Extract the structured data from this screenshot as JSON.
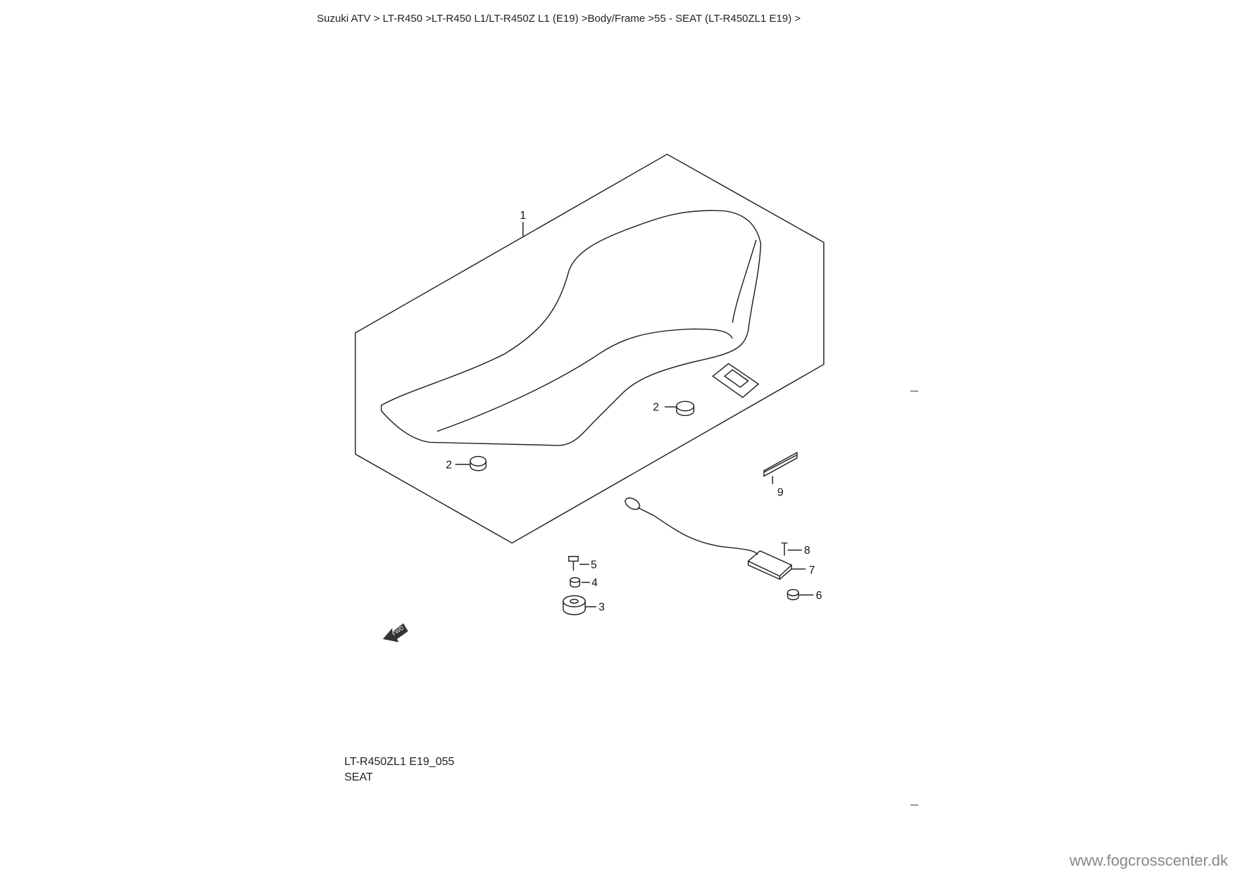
{
  "breadcrumb": "Suzuki ATV > LT-R450 >LT-R450 L1/LT-R450Z L1 (E19) >Body/Frame >55 - SEAT (LT-R450ZL1 E19) >",
  "diagram": {
    "code": "LT-R450ZL1 E19_055",
    "title": "SEAT",
    "fwd_label": "FWD",
    "callouts": [
      "1",
      "2",
      "2",
      "3",
      "4",
      "5",
      "6",
      "7",
      "8",
      "9"
    ]
  },
  "watermark": "www.fogcrosscenter.dk"
}
